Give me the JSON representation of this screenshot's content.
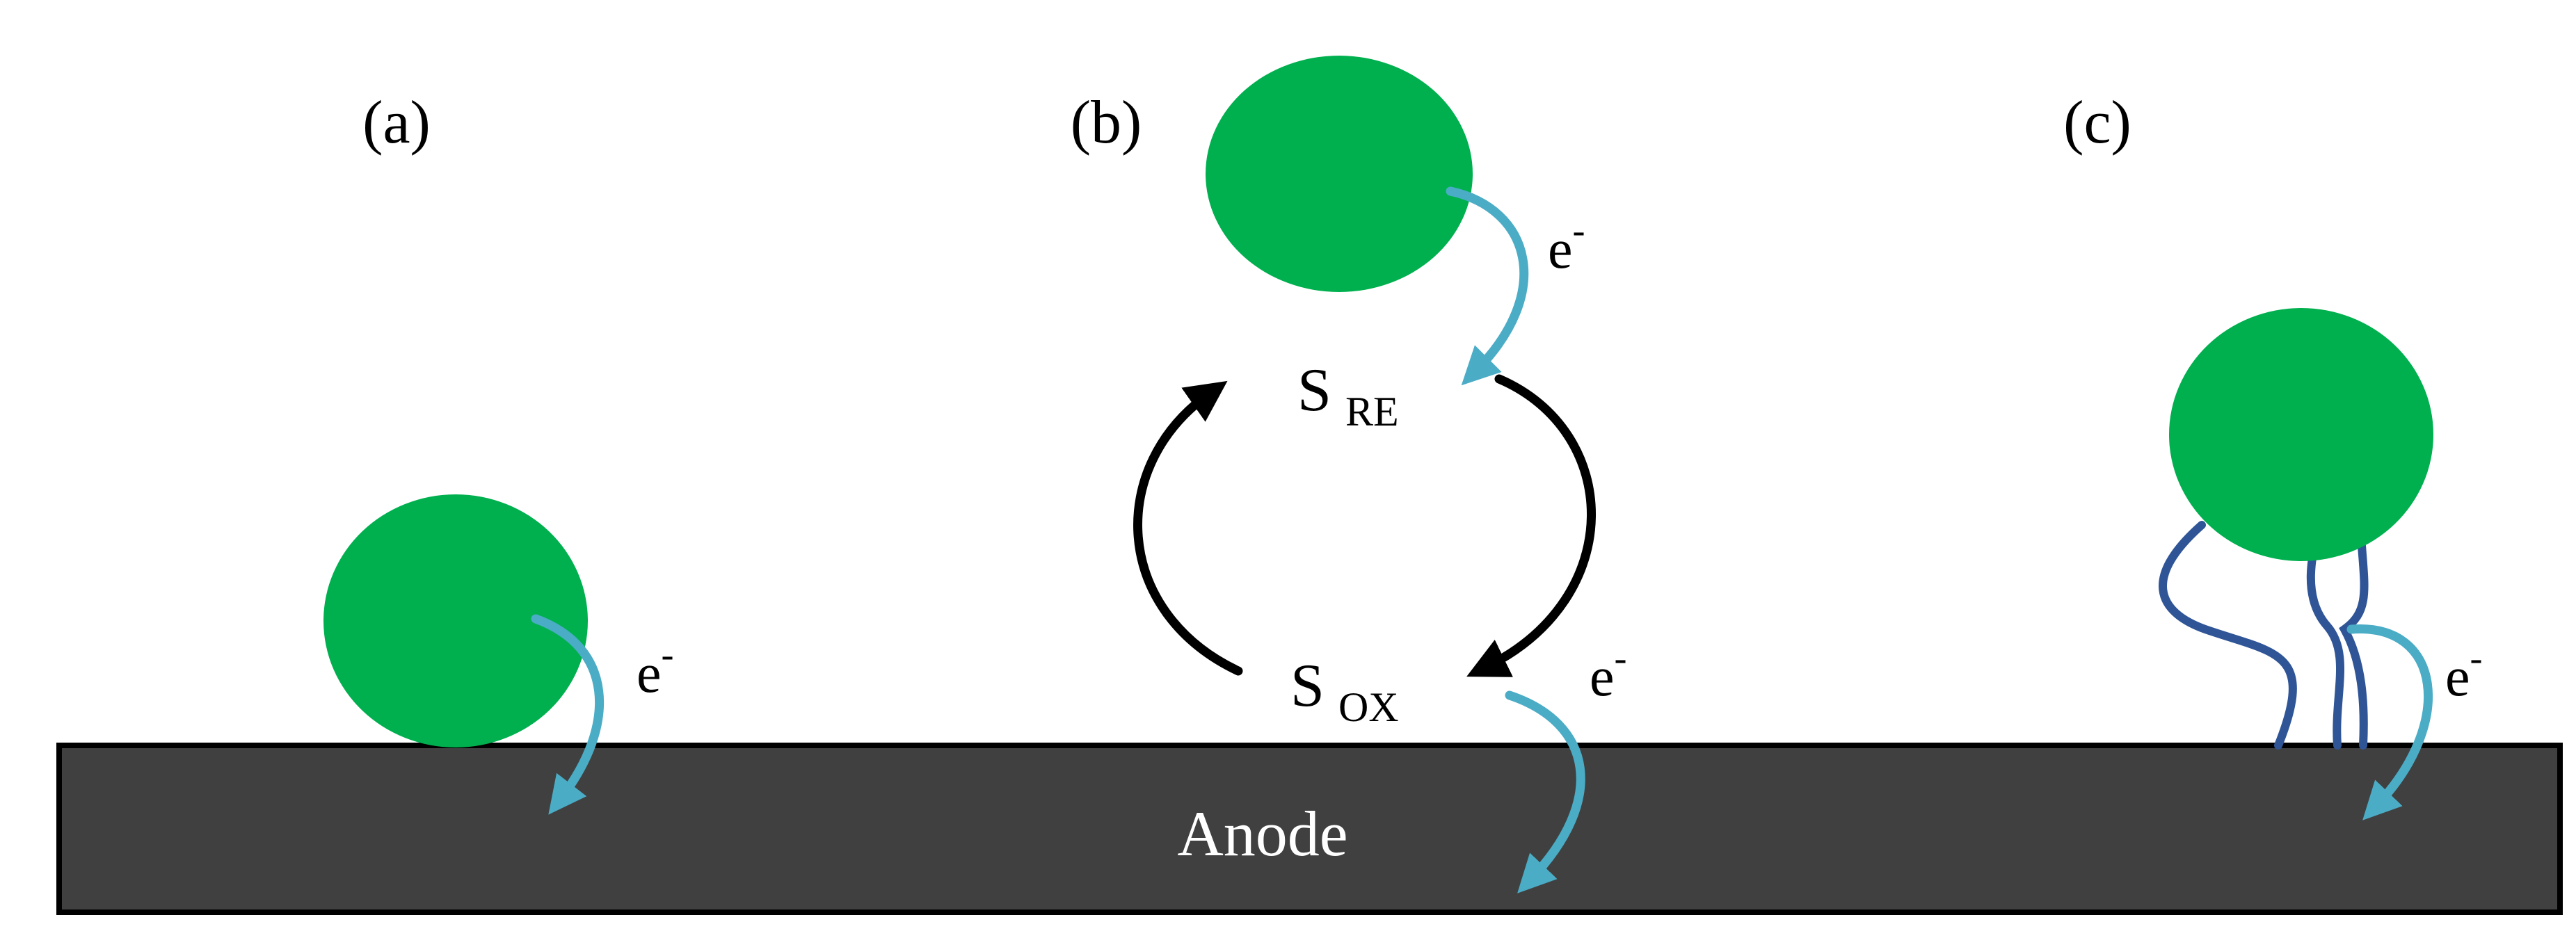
{
  "panels": {
    "a": {
      "label": "(a)",
      "electron": "e",
      "electron_sup": "-"
    },
    "b": {
      "label": "(b)",
      "electron_top": "e",
      "electron_top_sup": "-",
      "electron_bottom": "e",
      "electron_bottom_sup": "-",
      "s_re": "S",
      "s_re_sub": "RE",
      "s_ox": "S",
      "s_ox_sub": "OX"
    },
    "c": {
      "label": "(c)",
      "electron": "e",
      "electron_sup": "-"
    }
  },
  "anode": {
    "label": "Anode"
  },
  "colors": {
    "cell": "#00b04f",
    "electron_arrow": "#4bacc6",
    "pili": "#2f5597",
    "anode": "#404040",
    "cycle_arrow": "#000000"
  }
}
